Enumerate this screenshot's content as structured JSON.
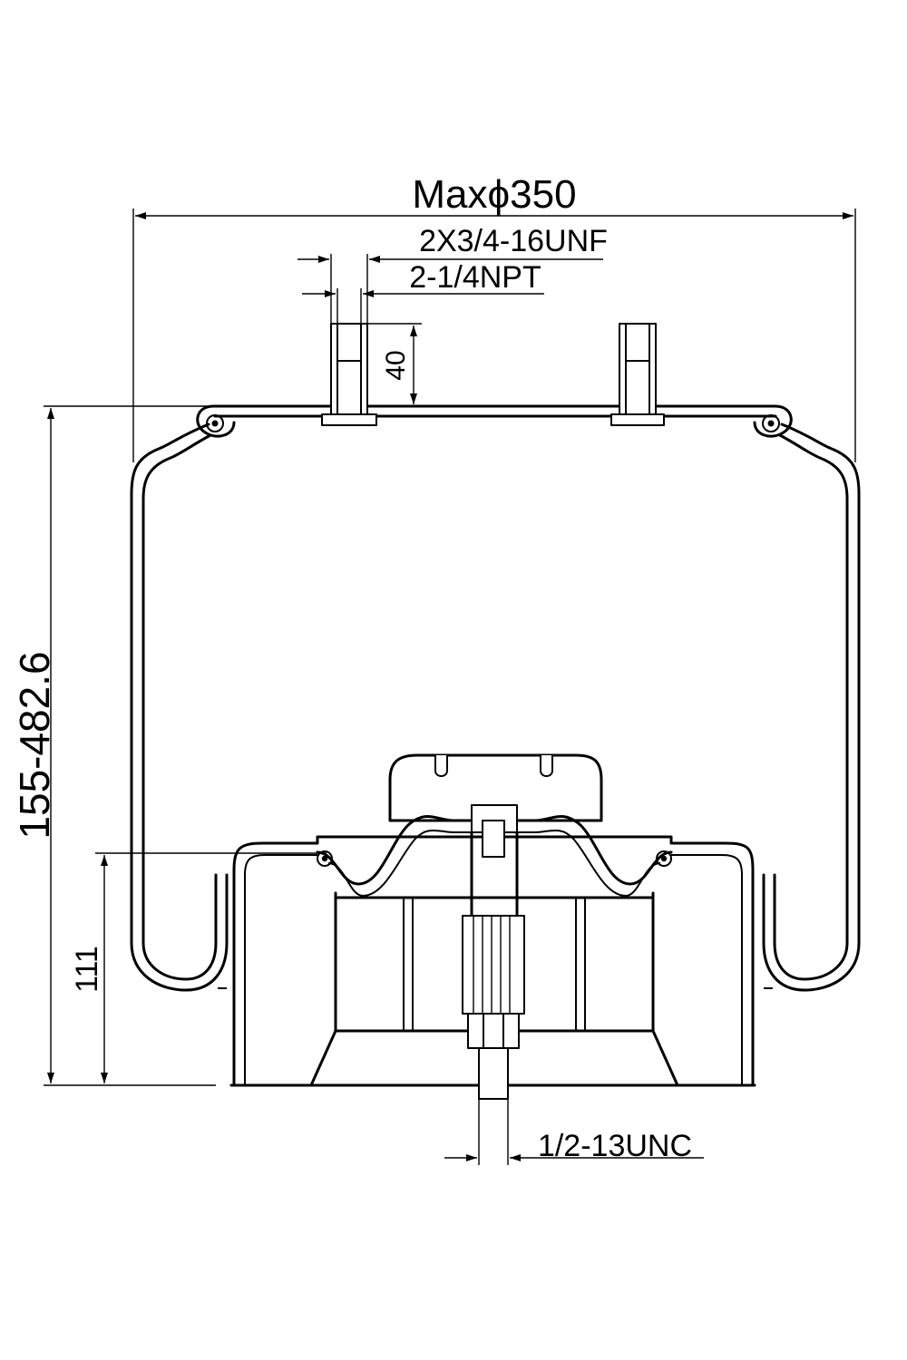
{
  "labels": {
    "max_diameter": "Maxϕ350",
    "stud_thread": "2X3/4-16UNF",
    "air_inlet": "2-1/4NPT",
    "stud_height": "40",
    "height_range": "155-482.6",
    "piston_height": "111",
    "bottom_thread": "1/2-13UNC"
  },
  "colors": {
    "line": "#000000",
    "background": "#ffffff"
  }
}
